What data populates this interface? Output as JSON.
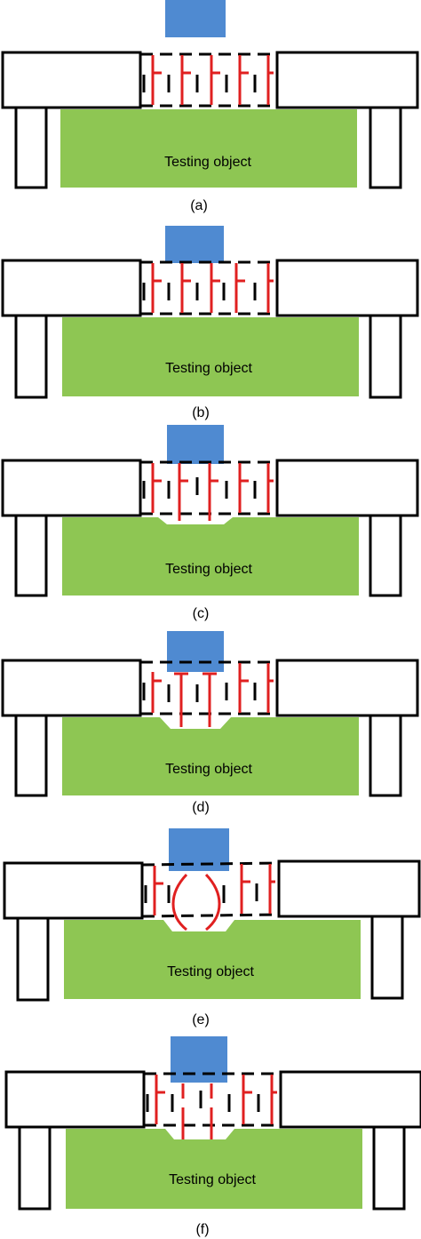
{
  "panels": [
    {
      "object_label": "Testing object",
      "caption": "(a)"
    },
    {
      "object_label": "Testing object",
      "caption": "(b)"
    },
    {
      "object_label": "Testing object",
      "caption": "(c)"
    },
    {
      "object_label": "Testing object",
      "caption": "(d)"
    },
    {
      "object_label": "Testing object",
      "caption": "(e)"
    },
    {
      "object_label": "Testing object",
      "caption": "(f)"
    }
  ],
  "colors": {
    "object_fill": "#8ec653",
    "indenter_fill": "#4f8ad1",
    "pin_color": "#e02020",
    "outline": "#000000"
  }
}
